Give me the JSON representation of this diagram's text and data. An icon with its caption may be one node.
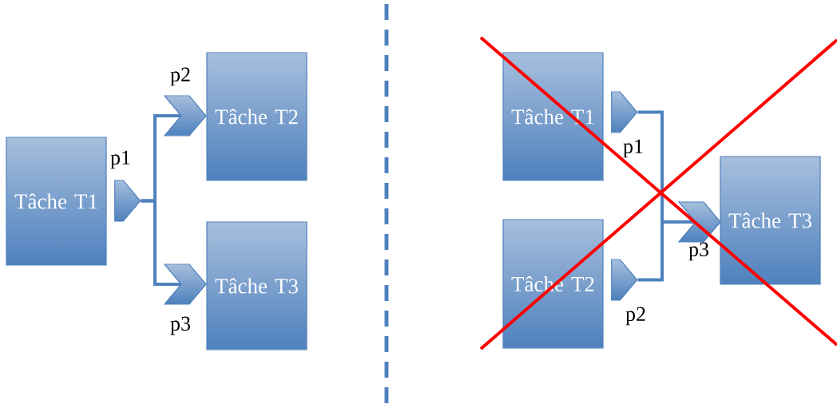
{
  "diagram": {
    "nodes": [
      {
        "text": [
          "Tâche T1"
        ]
      },
      {
        "text": [],
        "shape": "pentagon",
        "beside": [
          "p1"
        ]
      },
      {
        "text": [
          "Tâche T2"
        ]
      },
      {
        "text": [],
        "shape": "chevron",
        "beside": [
          "p2"
        ]
      },
      {
        "text": [
          "Tâche T3"
        ]
      },
      {
        "text": [],
        "shape": "chevron",
        "beside": [
          "p3"
        ]
      },
      {
        "text": [
          "Tâche T1"
        ]
      },
      {
        "text": [],
        "shape": "pentagon",
        "beside": [
          "p1"
        ]
      },
      {
        "text": [
          "Tâche T2"
        ]
      },
      {
        "text": [],
        "shape": "pentagon",
        "beside": [
          "p2"
        ]
      },
      {
        "text": [
          "Tâche T3"
        ]
      },
      {
        "text": [],
        "shape": "chevron",
        "beside": [
          "p3"
        ]
      }
    ],
    "edges": [
      {
        "from": 1,
        "to": 3,
        "arrow": "none"
      },
      {
        "from": 1,
        "to": 5,
        "arrow": "none"
      },
      {
        "from": 7,
        "to": 11,
        "arrow": "none"
      },
      {
        "from": 9,
        "to": 11,
        "arrow": "none"
      }
    ]
  }
}
